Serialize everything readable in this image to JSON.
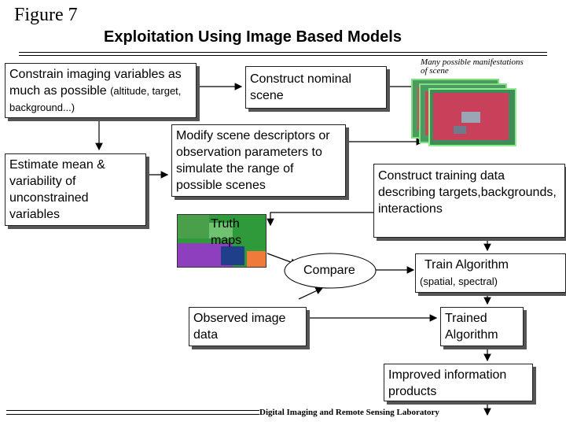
{
  "figure_label": "Figure 7",
  "title": "Exploitation Using Image Based Models",
  "boxes": {
    "constrain": {
      "main": "Constrain imaging variables as much as possible",
      "paren": "(altitude, target, background...)"
    },
    "nominal": "Construct nominal scene",
    "many_note": "Many possible manifestations of scene",
    "estimate": "Estimate mean & variability of unconstrained variables",
    "modify": "Modify scene descriptors or observation parameters to simulate the range of possible scenes",
    "training": "Construct training data describing targets,backgrounds, interactions",
    "truth": "Truth maps",
    "compare": "Compare",
    "train": {
      "main": "Train Algorithm",
      "sub": "(spatial, spectral)"
    },
    "observed": "Observed image data",
    "trained": "Trained Algorithm",
    "improved": "Improved information products"
  },
  "footer": "Digital Imaging and Remote Sensing Laboratory"
}
